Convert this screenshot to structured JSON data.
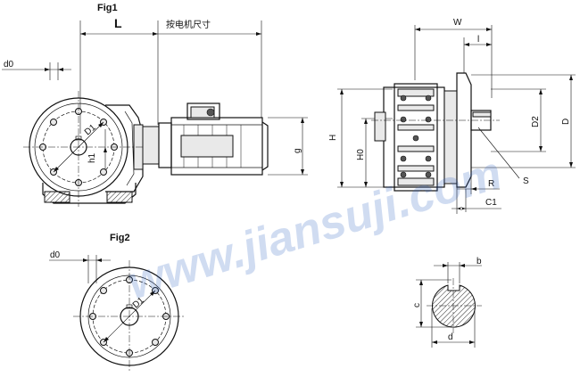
{
  "fig1": {
    "title": "Fig1",
    "dim_L": "L",
    "note": "按电机尺寸",
    "dim_d0": "d0",
    "dim_D1": "D1",
    "dim_h1": "h1",
    "dim_g": "g"
  },
  "fig2": {
    "title": "Fig2",
    "dim_d0": "d0",
    "dim_D1": "D1"
  },
  "side_view": {
    "dim_W": "W",
    "dim_l": "l",
    "dim_H": "H",
    "dim_H0": "H0",
    "dim_D2": "D2",
    "dim_D": "D",
    "dim_R": "R",
    "dim_S": "S",
    "dim_C1": "C1"
  },
  "shaft_section": {
    "dim_b": "b",
    "dim_c": "c",
    "dim_d": "d"
  },
  "watermark": "www.jiansuji.com"
}
